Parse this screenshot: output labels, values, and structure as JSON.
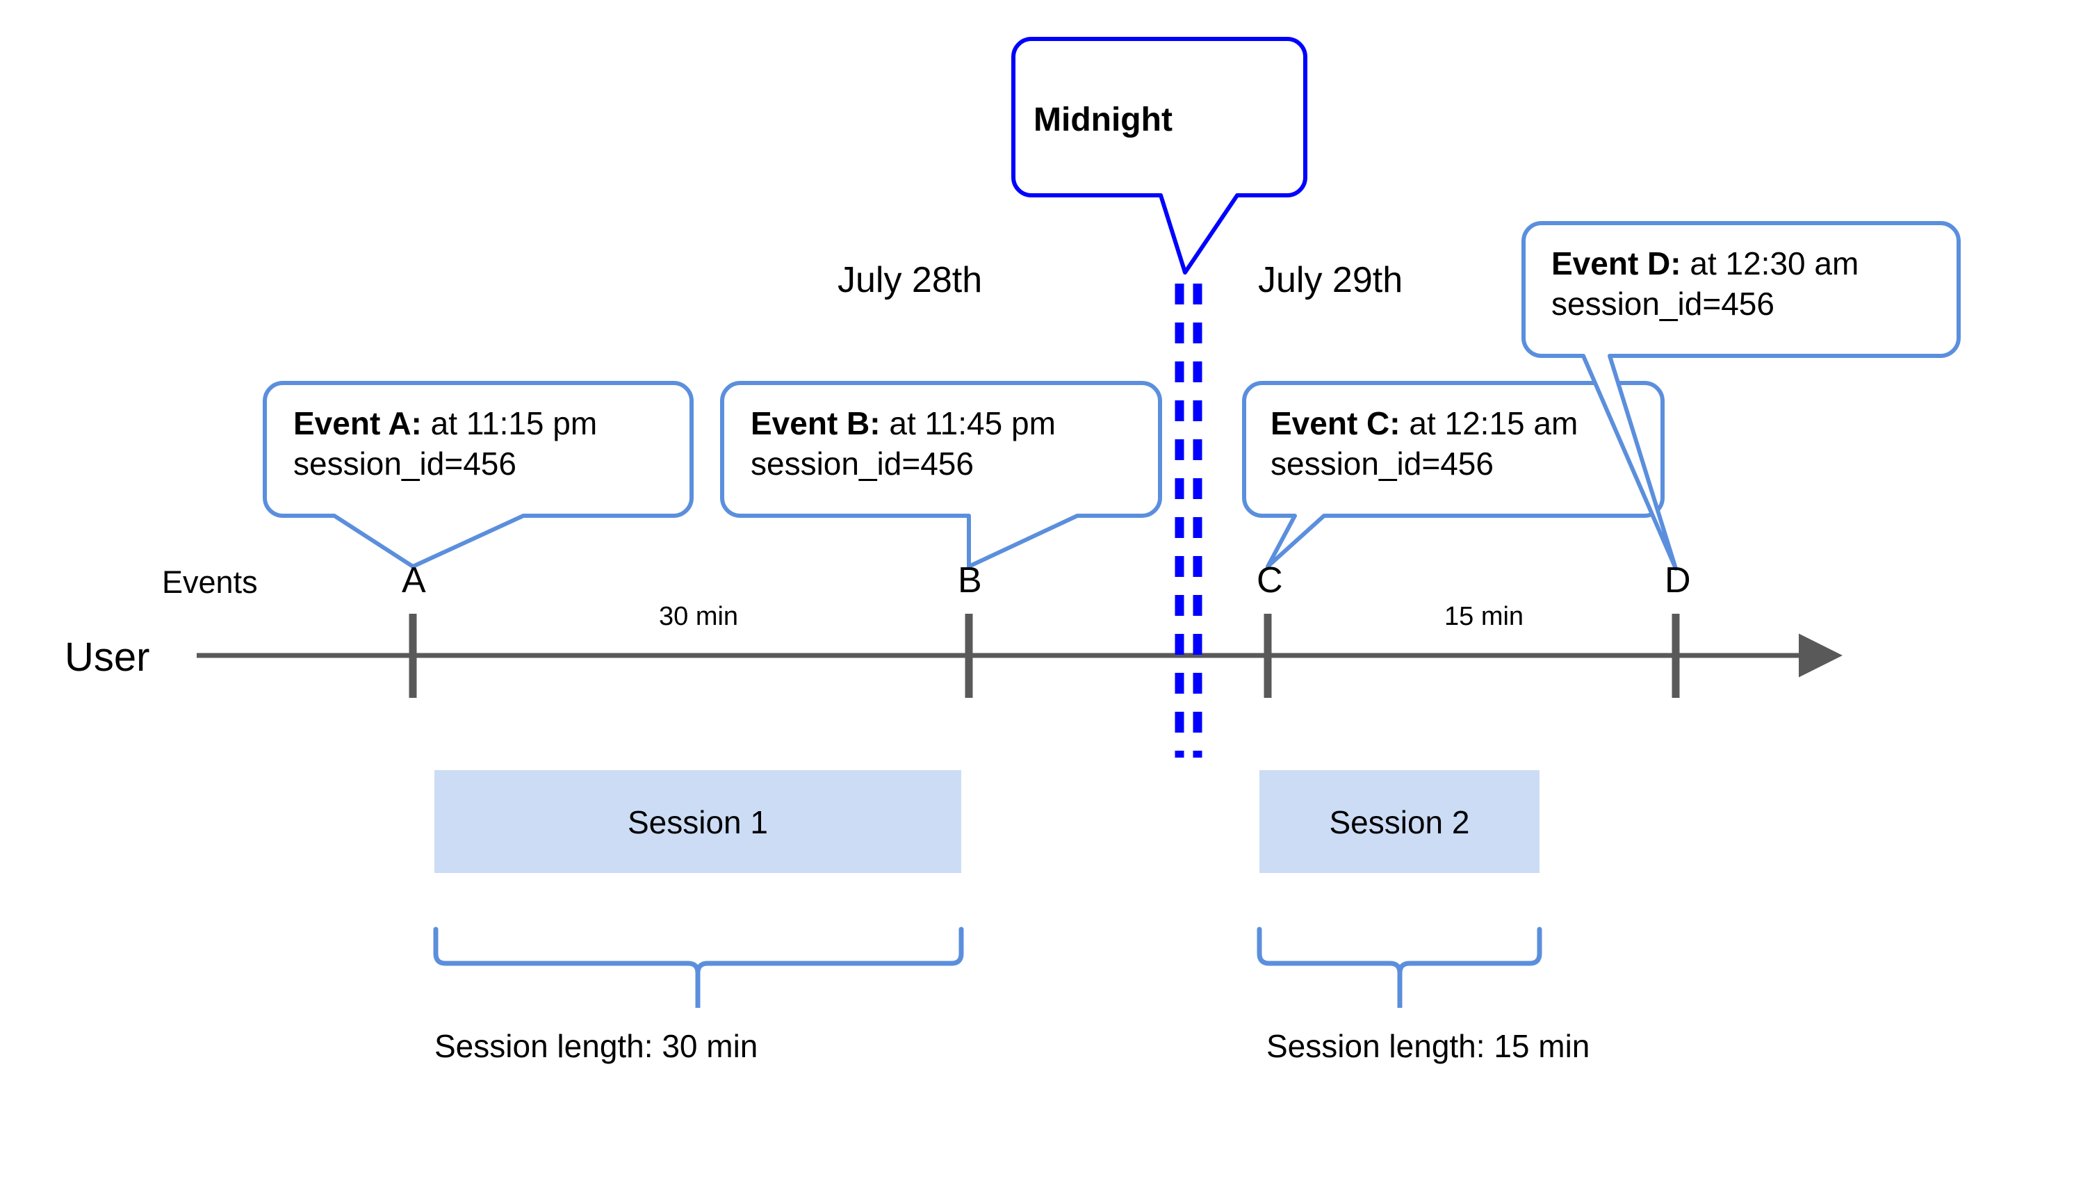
{
  "diagram": {
    "title_hidden": "",
    "colors": {
      "midnight_stroke": "#0000ff",
      "callout_stroke": "#5b8fdd",
      "session_fill": "#ccdcf5",
      "axis": "#595959",
      "text": "#000000"
    },
    "axis": {
      "row_label": "User",
      "events_label": "Events"
    },
    "dates": {
      "left": "July 28th",
      "right": "July 29th"
    },
    "midnight": {
      "label": "Midnight"
    },
    "markers": [
      {
        "label": "A"
      },
      {
        "label": "B"
      },
      {
        "label": "C"
      },
      {
        "label": "D"
      }
    ],
    "durations": [
      {
        "label": "30 min"
      },
      {
        "label": "15 min"
      }
    ],
    "callouts": [
      {
        "title": "Event A:",
        "time": " at 11:15 pm",
        "line2": "session_id=456"
      },
      {
        "title": "Event B:",
        "time": " at 11:45 pm",
        "line2": "session_id=456"
      },
      {
        "title": "Event C:",
        "time": " at 12:15 am",
        "line2": "session_id=456"
      },
      {
        "title": "Event D:",
        "time": " at 12:30 am",
        "line2": "session_id=456"
      }
    ],
    "sessions": [
      {
        "label": "Session 1",
        "length_label": "Session length: 30 min"
      },
      {
        "label": "Session 2",
        "length_label": "Session length: 15 min"
      }
    ]
  }
}
